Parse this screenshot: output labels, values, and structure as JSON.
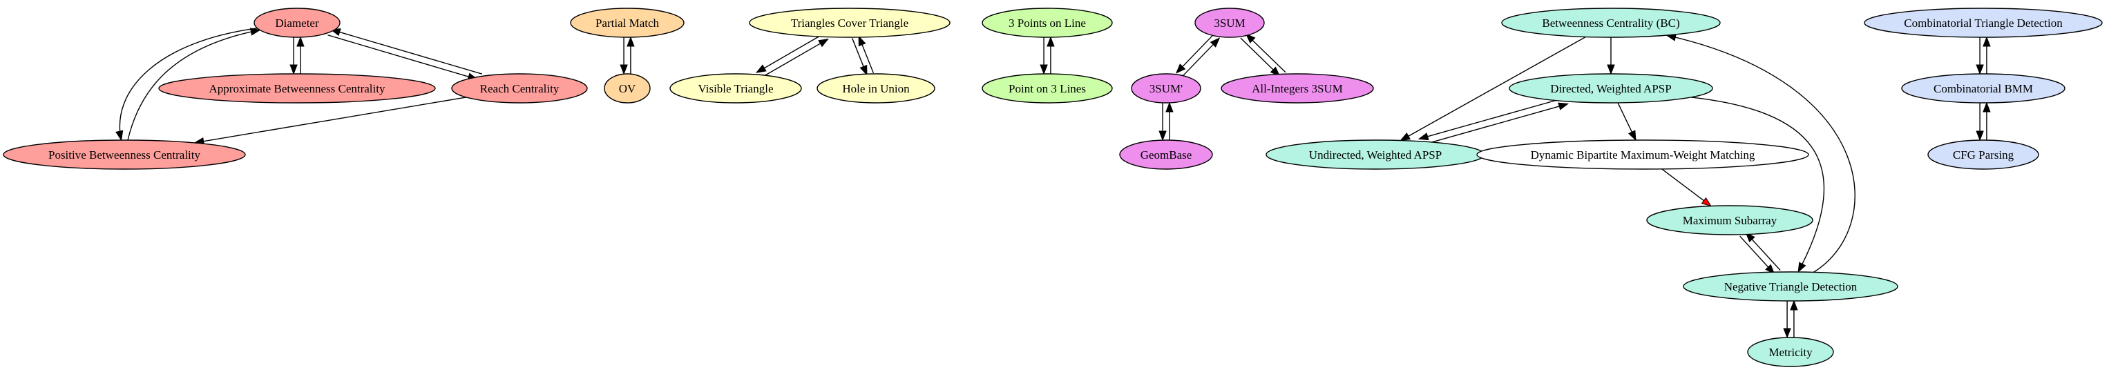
{
  "colors": {
    "red": "#ff9f9c",
    "orange": "#ffd79f",
    "yellow": "#ffffc3",
    "green": "#cbfea7",
    "magenta": "#ee8fee",
    "teal": "#b5f3e2",
    "blue": "#d2e0fb",
    "white": "#ffffff",
    "edge_default": "#000000",
    "edge_highlight": "#ff0000"
  },
  "nodes": [
    {
      "id": "diameter",
      "label": "Diameter",
      "group": "red"
    },
    {
      "id": "abc",
      "label": "Approximate Betweenness Centrality",
      "group": "red"
    },
    {
      "id": "reach",
      "label": "Reach Centrality",
      "group": "red"
    },
    {
      "id": "pbc",
      "label": "Positive Betweenness Centrality",
      "group": "red"
    },
    {
      "id": "partial",
      "label": "Partial Match",
      "group": "orange"
    },
    {
      "id": "ov",
      "label": "OV",
      "group": "orange"
    },
    {
      "id": "tct",
      "label": "Triangles Cover Triangle",
      "group": "yellow"
    },
    {
      "id": "visible",
      "label": "Visible Triangle",
      "group": "yellow"
    },
    {
      "id": "hole",
      "label": "Hole in Union",
      "group": "yellow"
    },
    {
      "id": "p3line",
      "label": "3 Points on Line",
      "group": "green"
    },
    {
      "id": "p3lines",
      "label": "Point on 3 Lines",
      "group": "green"
    },
    {
      "id": "sum3",
      "label": "3SUM",
      "group": "magenta"
    },
    {
      "id": "sum3p",
      "label": "3SUM'",
      "group": "magenta"
    },
    {
      "id": "allint",
      "label": "All-Integers 3SUM",
      "group": "magenta"
    },
    {
      "id": "geombase",
      "label": "GeomBase",
      "group": "magenta"
    },
    {
      "id": "bc",
      "label": "Betweenness Centrality (BC)",
      "group": "teal"
    },
    {
      "id": "dwapsp",
      "label": "Directed, Weighted APSP",
      "group": "teal"
    },
    {
      "id": "uwapsp",
      "label": "Undirected, Weighted APSP",
      "group": "teal"
    },
    {
      "id": "dbmwm",
      "label": "Dynamic Bipartite Maximum-Weight Matching",
      "group": "white"
    },
    {
      "id": "maxsub",
      "label": "Maximum Subarray",
      "group": "teal"
    },
    {
      "id": "ntd",
      "label": "Negative Triangle Detection",
      "group": "teal"
    },
    {
      "id": "metricity",
      "label": "Metricity",
      "group": "teal"
    },
    {
      "id": "ctd",
      "label": "Combinatorial Triangle Detection",
      "group": "blue"
    },
    {
      "id": "cbmm",
      "label": "Combinatorial BMM",
      "group": "blue"
    },
    {
      "id": "cfg",
      "label": "CFG Parsing",
      "group": "blue"
    }
  ],
  "edges": [
    {
      "from": "diameter",
      "to": "abc"
    },
    {
      "from": "abc",
      "to": "diameter"
    },
    {
      "from": "diameter",
      "to": "reach"
    },
    {
      "from": "reach",
      "to": "diameter"
    },
    {
      "from": "diameter",
      "to": "pbc"
    },
    {
      "from": "pbc",
      "to": "diameter"
    },
    {
      "from": "reach",
      "to": "pbc"
    },
    {
      "from": "partial",
      "to": "ov"
    },
    {
      "from": "ov",
      "to": "partial"
    },
    {
      "from": "tct",
      "to": "visible"
    },
    {
      "from": "visible",
      "to": "tct"
    },
    {
      "from": "tct",
      "to": "hole"
    },
    {
      "from": "hole",
      "to": "tct"
    },
    {
      "from": "p3line",
      "to": "p3lines"
    },
    {
      "from": "p3lines",
      "to": "p3line"
    },
    {
      "from": "sum3",
      "to": "sum3p"
    },
    {
      "from": "sum3p",
      "to": "sum3"
    },
    {
      "from": "sum3",
      "to": "allint"
    },
    {
      "from": "allint",
      "to": "sum3"
    },
    {
      "from": "sum3p",
      "to": "geombase"
    },
    {
      "from": "geombase",
      "to": "sum3p"
    },
    {
      "from": "bc",
      "to": "dwapsp"
    },
    {
      "from": "bc",
      "to": "uwapsp"
    },
    {
      "from": "dwapsp",
      "to": "uwapsp"
    },
    {
      "from": "uwapsp",
      "to": "dwapsp"
    },
    {
      "from": "dwapsp",
      "to": "dbmwm"
    },
    {
      "from": "dwapsp",
      "to": "ntd"
    },
    {
      "from": "dbmwm",
      "to": "maxsub",
      "highlight": true
    },
    {
      "from": "maxsub",
      "to": "ntd"
    },
    {
      "from": "ntd",
      "to": "maxsub"
    },
    {
      "from": "ntd",
      "to": "bc"
    },
    {
      "from": "ntd",
      "to": "metricity"
    },
    {
      "from": "metricity",
      "to": "ntd"
    },
    {
      "from": "ctd",
      "to": "cbmm"
    },
    {
      "from": "cbmm",
      "to": "ctd"
    },
    {
      "from": "cbmm",
      "to": "cfg"
    },
    {
      "from": "cfg",
      "to": "cbmm"
    }
  ]
}
